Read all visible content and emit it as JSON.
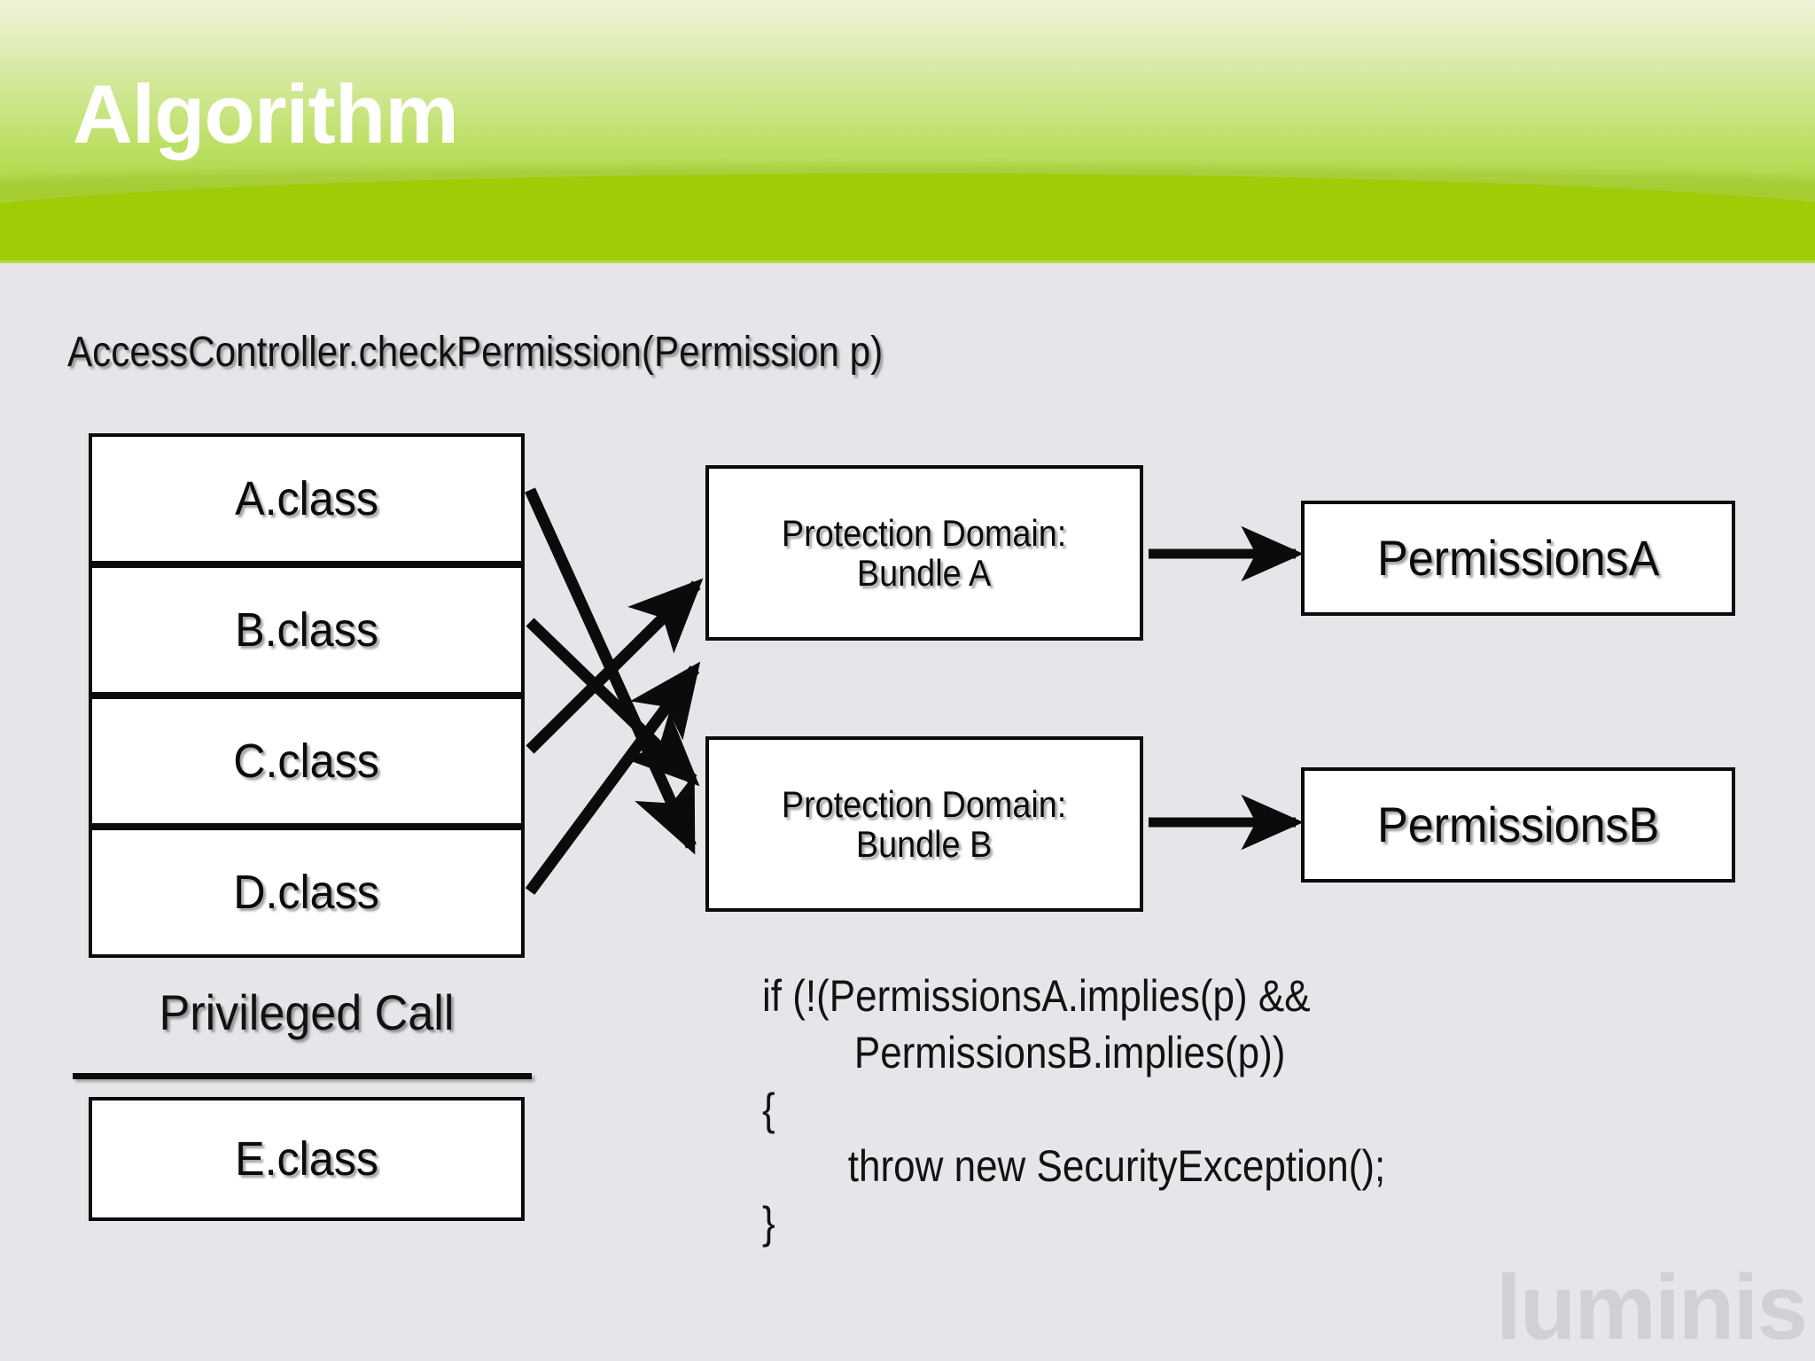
{
  "slide": {
    "title": "Algorithm",
    "watermark": "luminis",
    "colors": {
      "header_top": "#eef3d7",
      "header_bottom": "#9fcc07",
      "body_background": "#e7e5e9",
      "box_border": "#0b0b0b",
      "box_fill": "#ffffff",
      "text": "#121212",
      "watermark": "#d2d0d4"
    }
  },
  "diagram": {
    "method_signature": "AccessController.checkPermission(Permission p)",
    "call_stack": {
      "frames": [
        {
          "label": "A.class"
        },
        {
          "label": "B.class"
        },
        {
          "label": "C.class"
        },
        {
          "label": "D.class"
        }
      ],
      "privileged_call_label": "Privileged Call",
      "privileged_frames": [
        {
          "label": "E.class"
        }
      ]
    },
    "protection_domains": [
      {
        "title": "Protection Domain:",
        "subtitle": "Bundle A"
      },
      {
        "title": "Protection Domain:",
        "subtitle": "Bundle B"
      }
    ],
    "permissions": [
      {
        "label": "PermissionsA"
      },
      {
        "label": "PermissionsB"
      }
    ],
    "edges": [
      {
        "from": "A.class",
        "to": "Protection Domain: Bundle B"
      },
      {
        "from": "B.class",
        "to": "Protection Domain: Bundle B"
      },
      {
        "from": "C.class",
        "to": "Protection Domain: Bundle A"
      },
      {
        "from": "D.class",
        "to": "Protection Domain: Bundle A"
      },
      {
        "from": "Protection Domain: Bundle A",
        "to": "PermissionsA"
      },
      {
        "from": "Protection Domain: Bundle B",
        "to": "PermissionsB"
      }
    ]
  },
  "code": {
    "lines": [
      "if (!(PermissionsA.implies(p) &&",
      "PermissionsB.implies(p))",
      "{",
      "throw new SecurityException();",
      "}"
    ]
  }
}
